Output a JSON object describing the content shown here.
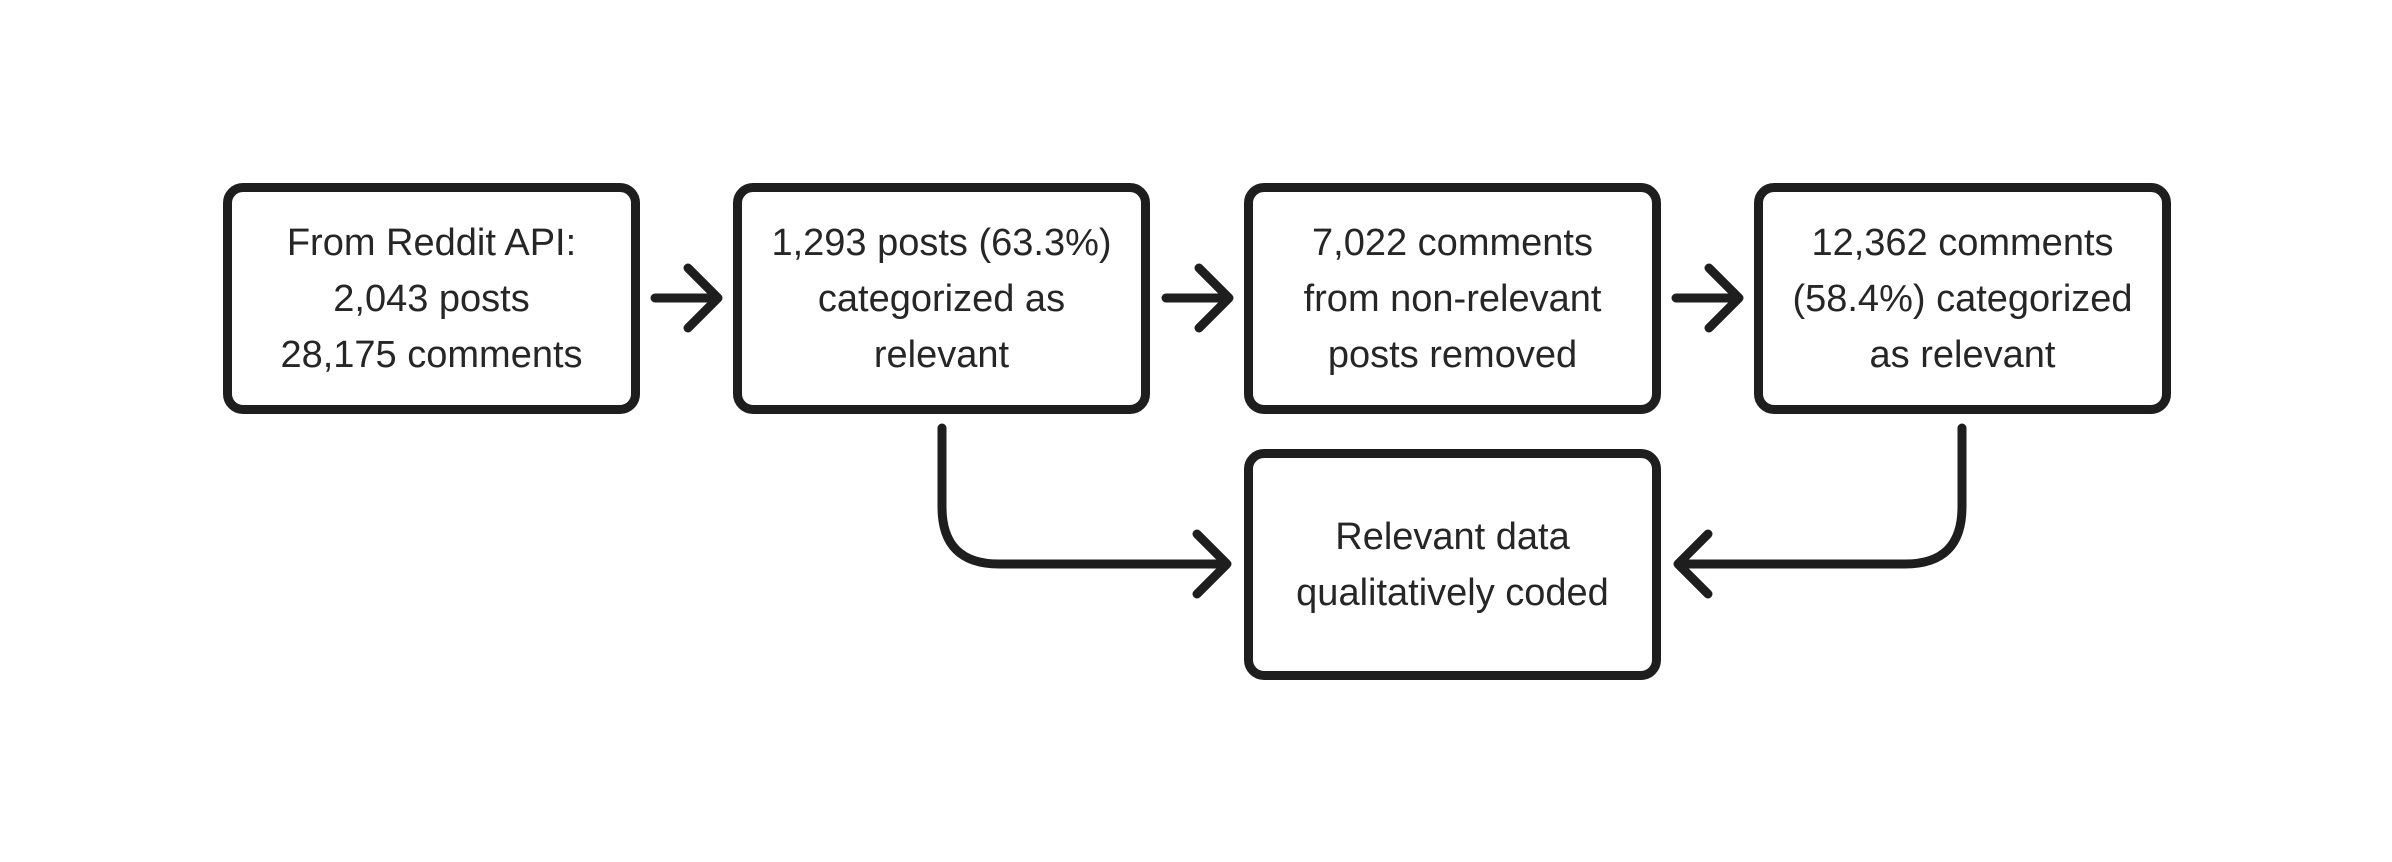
{
  "diagram": {
    "nodes": [
      {
        "id": "n1",
        "lines": [
          "From Reddit API:",
          "2,043 posts",
          "28,175 comments"
        ]
      },
      {
        "id": "n2",
        "lines": [
          "1,293 posts (63.3%)",
          "categorized as",
          "relevant"
        ]
      },
      {
        "id": "n3",
        "lines": [
          "7,022 comments",
          "from non-relevant",
          "posts removed"
        ]
      },
      {
        "id": "n4",
        "lines": [
          "12,362 comments",
          "(58.4%) categorized",
          "as relevant"
        ]
      },
      {
        "id": "n5",
        "lines": [
          "Relevant data",
          "qualitatively coded"
        ]
      }
    ],
    "edges": [
      {
        "from": "n1",
        "to": "n2"
      },
      {
        "from": "n2",
        "to": "n3"
      },
      {
        "from": "n3",
        "to": "n4"
      },
      {
        "from": "n2",
        "to": "n5"
      },
      {
        "from": "n4",
        "to": "n5"
      }
    ]
  }
}
